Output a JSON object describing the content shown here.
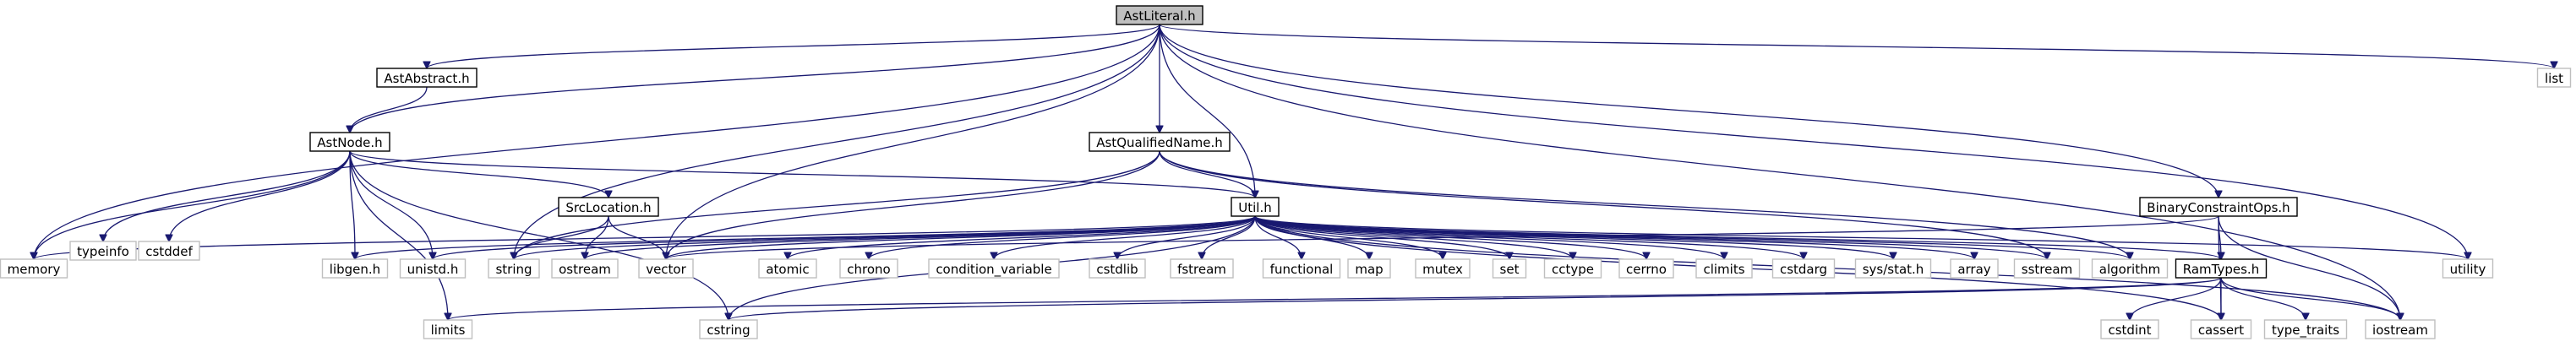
{
  "title": "",
  "colors": {
    "edge": "#191970",
    "node_border": "#000000",
    "ext_border": "#bfbfbf",
    "root_fill": "#bfbfbf",
    "node_fill": "#ffffff"
  },
  "nodes": [
    {
      "id": "AstLiteral",
      "label": "AstLiteral.h",
      "kind": "root"
    },
    {
      "id": "AstAbstract",
      "label": "AstAbstract.h",
      "kind": "local"
    },
    {
      "id": "list",
      "label": "list",
      "kind": "ext"
    },
    {
      "id": "AstNode",
      "label": "AstNode.h",
      "kind": "local"
    },
    {
      "id": "AstQualifiedName",
      "label": "AstQualifiedName.h",
      "kind": "local"
    },
    {
      "id": "SrcLocation",
      "label": "SrcLocation.h",
      "kind": "local"
    },
    {
      "id": "Util",
      "label": "Util.h",
      "kind": "local"
    },
    {
      "id": "BinaryConstraintOps",
      "label": "BinaryConstraintOps.h",
      "kind": "local"
    },
    {
      "id": "typeinfo",
      "label": "typeinfo",
      "kind": "ext"
    },
    {
      "id": "cstddef",
      "label": "cstddef",
      "kind": "ext"
    },
    {
      "id": "memory",
      "label": "memory",
      "kind": "ext"
    },
    {
      "id": "libgen",
      "label": "libgen.h",
      "kind": "ext"
    },
    {
      "id": "unistd",
      "label": "unistd.h",
      "kind": "ext"
    },
    {
      "id": "string",
      "label": "string",
      "kind": "ext"
    },
    {
      "id": "ostream",
      "label": "ostream",
      "kind": "ext"
    },
    {
      "id": "vector",
      "label": "vector",
      "kind": "ext"
    },
    {
      "id": "atomic",
      "label": "atomic",
      "kind": "ext"
    },
    {
      "id": "chrono",
      "label": "chrono",
      "kind": "ext"
    },
    {
      "id": "condition_variable",
      "label": "condition_variable",
      "kind": "ext"
    },
    {
      "id": "cstdlib",
      "label": "cstdlib",
      "kind": "ext"
    },
    {
      "id": "fstream",
      "label": "fstream",
      "kind": "ext"
    },
    {
      "id": "functional",
      "label": "functional",
      "kind": "ext"
    },
    {
      "id": "map",
      "label": "map",
      "kind": "ext"
    },
    {
      "id": "mutex",
      "label": "mutex",
      "kind": "ext"
    },
    {
      "id": "set",
      "label": "set",
      "kind": "ext"
    },
    {
      "id": "cctype",
      "label": "cctype",
      "kind": "ext"
    },
    {
      "id": "cerrno",
      "label": "cerrno",
      "kind": "ext"
    },
    {
      "id": "climits",
      "label": "climits",
      "kind": "ext"
    },
    {
      "id": "cstdarg",
      "label": "cstdarg",
      "kind": "ext"
    },
    {
      "id": "sysstat",
      "label": "sys/stat.h",
      "kind": "ext"
    },
    {
      "id": "array",
      "label": "array",
      "kind": "ext"
    },
    {
      "id": "sstream",
      "label": "sstream",
      "kind": "ext"
    },
    {
      "id": "algorithm",
      "label": "algorithm",
      "kind": "ext"
    },
    {
      "id": "RamTypes",
      "label": "RamTypes.h",
      "kind": "local"
    },
    {
      "id": "utility",
      "label": "utility",
      "kind": "ext"
    },
    {
      "id": "limits",
      "label": "limits",
      "kind": "ext"
    },
    {
      "id": "cstring",
      "label": "cstring",
      "kind": "ext"
    },
    {
      "id": "cstdint",
      "label": "cstdint",
      "kind": "ext"
    },
    {
      "id": "cassert",
      "label": "cassert",
      "kind": "ext"
    },
    {
      "id": "type_traits",
      "label": "type_traits",
      "kind": "ext"
    },
    {
      "id": "iostream",
      "label": "iostream",
      "kind": "ext"
    }
  ],
  "edges": [
    [
      "AstLiteral",
      "AstAbstract"
    ],
    [
      "AstLiteral",
      "AstNode"
    ],
    [
      "AstLiteral",
      "memory"
    ],
    [
      "AstLiteral",
      "string"
    ],
    [
      "AstLiteral",
      "vector"
    ],
    [
      "AstLiteral",
      "AstQualifiedName"
    ],
    [
      "AstLiteral",
      "Util"
    ],
    [
      "AstLiteral",
      "BinaryConstraintOps"
    ],
    [
      "AstLiteral",
      "utility"
    ],
    [
      "AstLiteral",
      "iostream"
    ],
    [
      "AstLiteral",
      "list"
    ],
    [
      "AstAbstract",
      "AstNode"
    ],
    [
      "AstNode",
      "typeinfo"
    ],
    [
      "AstNode",
      "cstddef"
    ],
    [
      "AstNode",
      "memory"
    ],
    [
      "AstNode",
      "libgen"
    ],
    [
      "AstNode",
      "unistd"
    ],
    [
      "AstNode",
      "limits"
    ],
    [
      "AstNode",
      "cstring"
    ],
    [
      "AstNode",
      "SrcLocation"
    ],
    [
      "AstNode",
      "Util"
    ],
    [
      "SrcLocation",
      "string"
    ],
    [
      "SrcLocation",
      "ostream"
    ],
    [
      "SrcLocation",
      "vector"
    ],
    [
      "AstQualifiedName",
      "string"
    ],
    [
      "AstQualifiedName",
      "vector"
    ],
    [
      "AstQualifiedName",
      "Util"
    ],
    [
      "AstQualifiedName",
      "sstream"
    ],
    [
      "AstQualifiedName",
      "algorithm"
    ],
    [
      "Util",
      "memory"
    ],
    [
      "Util",
      "libgen"
    ],
    [
      "Util",
      "unistd"
    ],
    [
      "Util",
      "string"
    ],
    [
      "Util",
      "ostream"
    ],
    [
      "Util",
      "vector"
    ],
    [
      "Util",
      "cstring"
    ],
    [
      "Util",
      "atomic"
    ],
    [
      "Util",
      "chrono"
    ],
    [
      "Util",
      "condition_variable"
    ],
    [
      "Util",
      "cstdlib"
    ],
    [
      "Util",
      "fstream"
    ],
    [
      "Util",
      "functional"
    ],
    [
      "Util",
      "map"
    ],
    [
      "Util",
      "mutex"
    ],
    [
      "Util",
      "set"
    ],
    [
      "Util",
      "cctype"
    ],
    [
      "Util",
      "cerrno"
    ],
    [
      "Util",
      "climits"
    ],
    [
      "Util",
      "cstdarg"
    ],
    [
      "Util",
      "sysstat"
    ],
    [
      "Util",
      "array"
    ],
    [
      "Util",
      "sstream"
    ],
    [
      "Util",
      "algorithm"
    ],
    [
      "Util",
      "utility"
    ],
    [
      "Util",
      "iostream"
    ],
    [
      "Util",
      "RamTypes"
    ],
    [
      "Util",
      "cassert"
    ],
    [
      "BinaryConstraintOps",
      "RamTypes"
    ],
    [
      "BinaryConstraintOps",
      "vector"
    ],
    [
      "BinaryConstraintOps",
      "iostream"
    ],
    [
      "BinaryConstraintOps",
      "cassert"
    ],
    [
      "RamTypes",
      "cstdint"
    ],
    [
      "RamTypes",
      "cassert"
    ],
    [
      "RamTypes",
      "type_traits"
    ],
    [
      "RamTypes",
      "iostream"
    ],
    [
      "RamTypes",
      "limits"
    ],
    [
      "RamTypes",
      "cstring"
    ]
  ]
}
